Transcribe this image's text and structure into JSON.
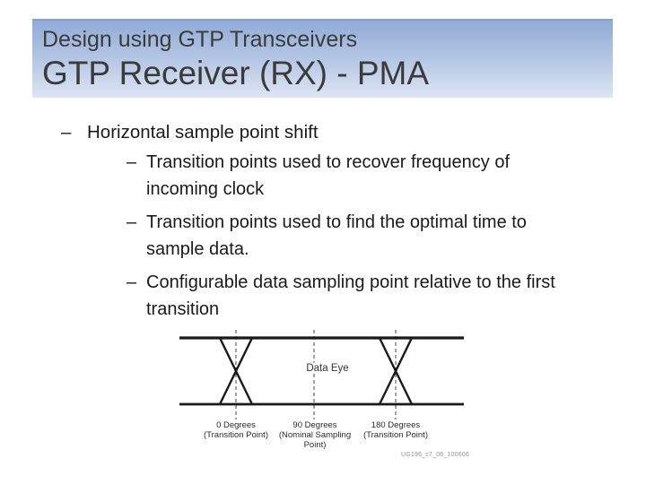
{
  "theme": {
    "slide-bg": "#FFFFFF",
    "header-grad-top": "#91ABD7",
    "header-grad-mid": "#B3C5E4",
    "header-grad-bottom": "#DCE6F3",
    "header-border": "#84A1CF",
    "title-color": "#3B3B3B",
    "body-text": "#1A1A1A",
    "diagram-stroke": "#1A1A1A",
    "watermark-color": "#8F8F8F"
  },
  "header": {
    "kicker": "Design using GTP Transceivers",
    "title": "GTP Receiver (RX) - PMA"
  },
  "bullets": {
    "marker": "–",
    "level1": {
      "text": "Horizontal sample point shift",
      "children": [
        {
          "lines": [
            "Transition points used to recover frequency of",
            "incoming clock"
          ]
        },
        {
          "lines": [
            "Transition points used to find the optimal time to",
            "sample data."
          ]
        },
        {
          "lines": [
            "Configurable data sampling point relative to the first",
            "transition"
          ]
        }
      ]
    }
  },
  "diagram": {
    "eye_label": "Data Eye",
    "labels": [
      {
        "lines": [
          "0 Degrees",
          "(Transition Point)"
        ]
      },
      {
        "lines": [
          "90 Degrees",
          "(Nominal Sampling",
          "Point)"
        ]
      },
      {
        "lines": [
          "180 Degrees",
          "(Transition Point)"
        ]
      }
    ],
    "watermark": "UG196_c7_06_100606"
  }
}
